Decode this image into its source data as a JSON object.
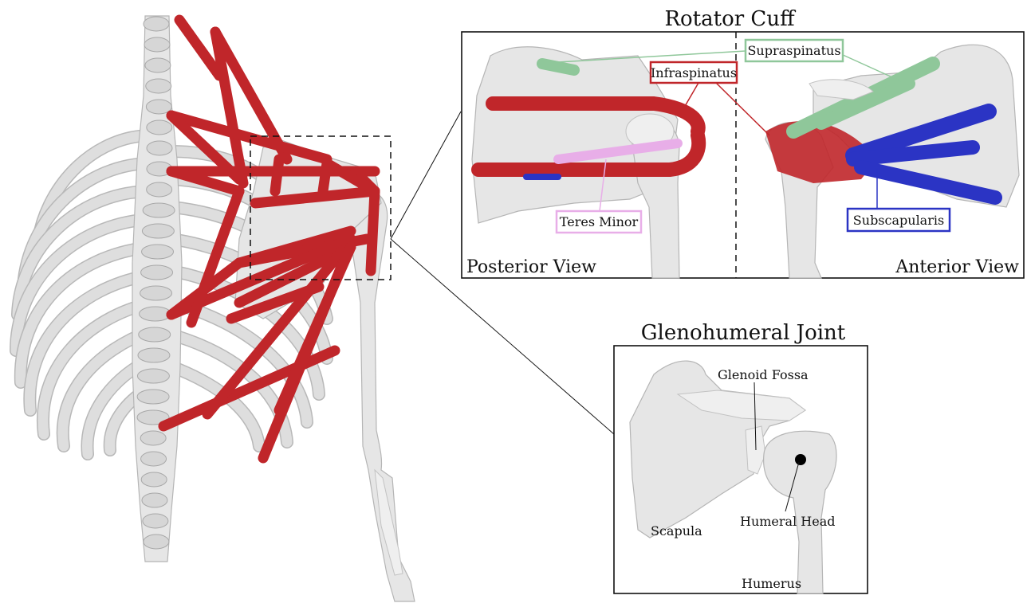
{
  "rotator_cuff": {
    "title": "Rotator Cuff",
    "posterior_view": "Posterior View",
    "anterior_view": "Anterior View",
    "labels": {
      "supraspinatus": "Supraspinatus",
      "infraspinatus": "Infraspinatus",
      "teres_minor": "Teres Minor",
      "subscapularis": "Subscapularis"
    }
  },
  "glenohumeral": {
    "title": "Glenohumeral Joint",
    "labels": {
      "glenoid_fossa": "Glenoid Fossa",
      "humeral_head": "Humeral Head",
      "scapula": "Scapula",
      "humerus": "Humerus"
    }
  },
  "colors": {
    "supraspinatus": "#8fc79a",
    "infraspinatus": "#c0262a",
    "teres_minor": "#e8aee8",
    "subscapularis": "#2b34c4",
    "muscle": "#c0262a",
    "bone": "#e6e6e6"
  }
}
